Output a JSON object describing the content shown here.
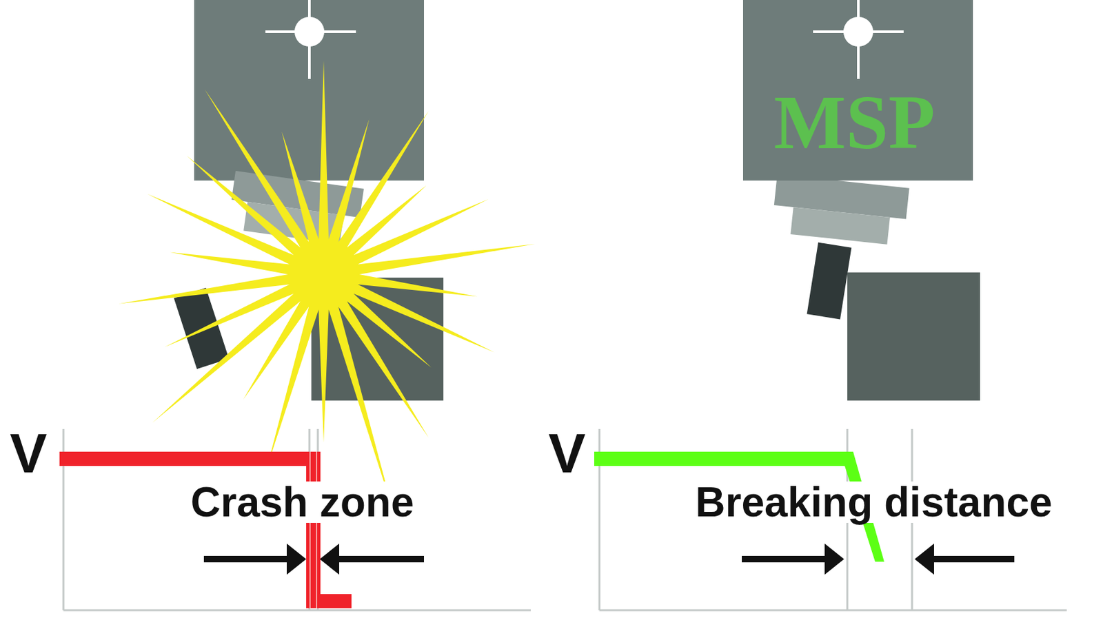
{
  "diagram": {
    "nodes": [
      {
        "text": [
          "MSP"
        ]
      }
    ],
    "labels": [
      "V",
      "Crash zone",
      "V",
      "Breaking distance"
    ]
  }
}
